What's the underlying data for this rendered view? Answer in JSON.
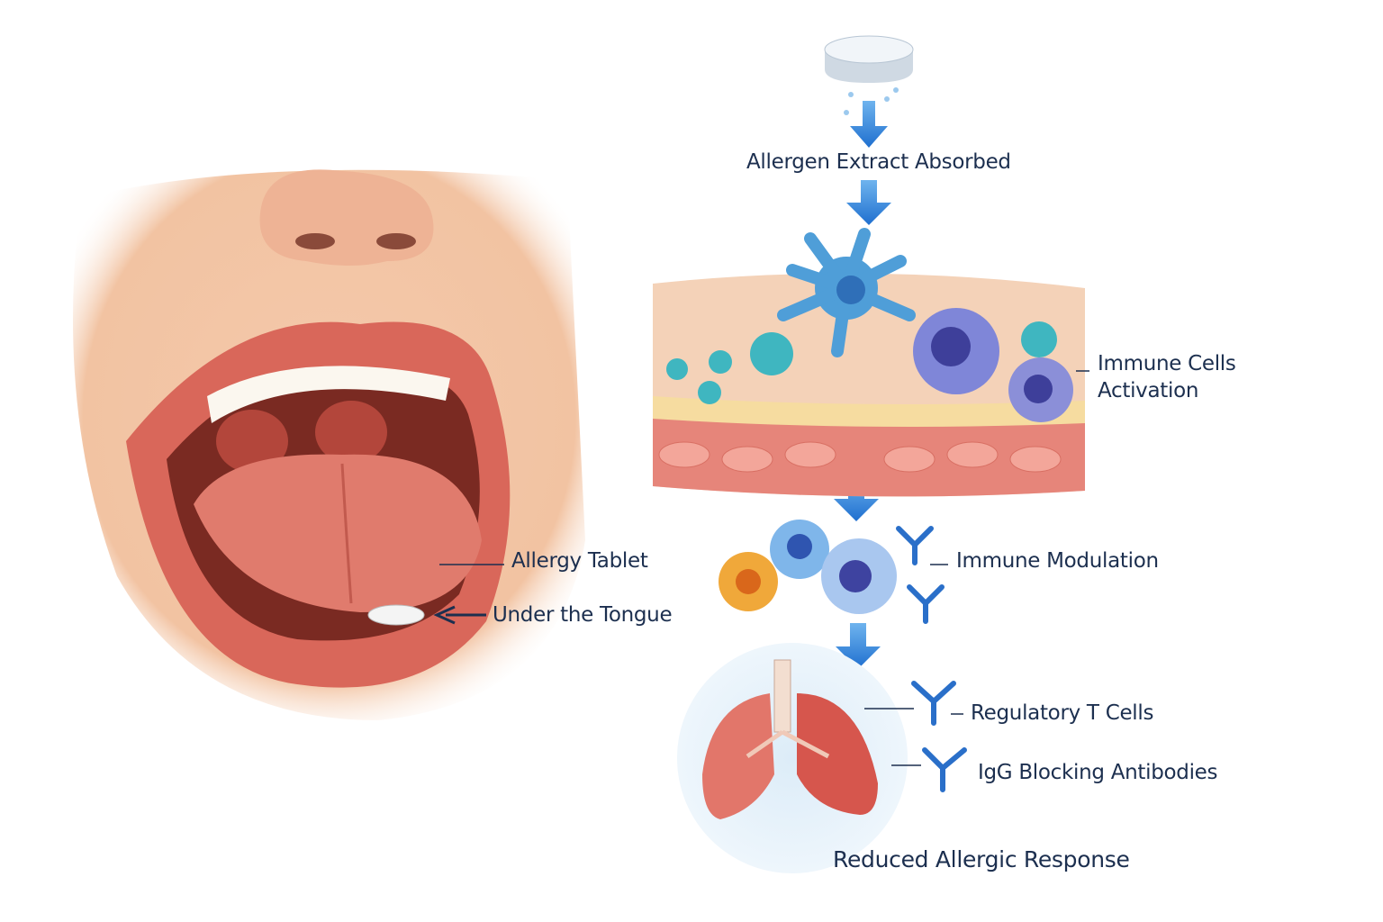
{
  "labels": {
    "allergen_extract": "Allergen Extract Absorbed",
    "immune_cells_line1": "Immune Cells",
    "immune_cells_line2": "Activation",
    "immune_modulation": "Immune Modulation",
    "allergy_tablet": "Allergy Tablet",
    "under_tongue": "Under the Tongue",
    "regulatory_t": "Regulatory T Cells",
    "igg": "IgG Blocking Antibodies",
    "reduced": "Reduced Allergic Response"
  },
  "colors": {
    "text": "#1c2f4f",
    "arrow": "#2f86d8",
    "antibody": "#2a6fc9",
    "skin": "#f3c6a6",
    "lip": "#d9675a"
  }
}
